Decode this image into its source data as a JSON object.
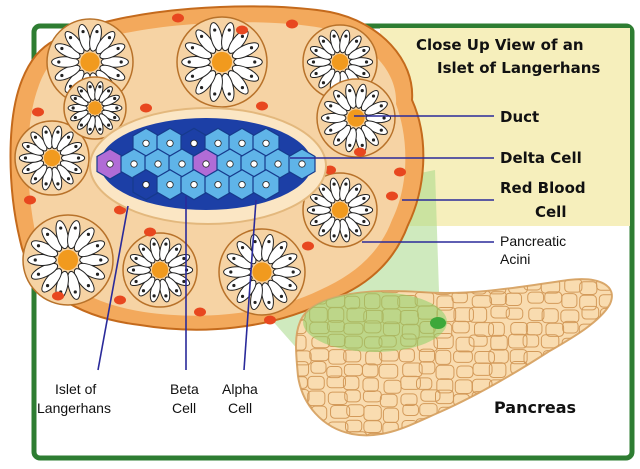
{
  "title": {
    "line1": "Close Up View of an",
    "line2": "Islet of Langerhans"
  },
  "labels": {
    "duct": "Duct",
    "delta_cell": "Delta Cell",
    "red_blood_line1": "Red Blood",
    "red_blood_line2": "Cell",
    "pancreatic_acini_line1": "Pancreatic",
    "pancreatic_acini_line2": "Acini",
    "islet_line1": "Islet of",
    "islet_line2": "Langerhans",
    "beta_line1": "Beta",
    "beta_line2": "Cell",
    "alpha_line1": "Alpha",
    "alpha_line2": "Cell",
    "pancreas": "Pancreas"
  },
  "colors": {
    "border_green": "#2e7d32",
    "panel_yellow": "#f6efbc",
    "tissue_orange": "#f3a95c",
    "tissue_inner": "#f6d3a4",
    "acinus_center": "#f19a1e",
    "islet_light_blue": "#5fb4e8",
    "islet_dark_blue": "#1c3fa6",
    "delta_purple": "#b16cd6",
    "red_blood": "#e8471f",
    "pancreas_fill": "#f9dcb0",
    "highlight_green": "#8cd26a",
    "leader_line": "#2a2a9a"
  }
}
